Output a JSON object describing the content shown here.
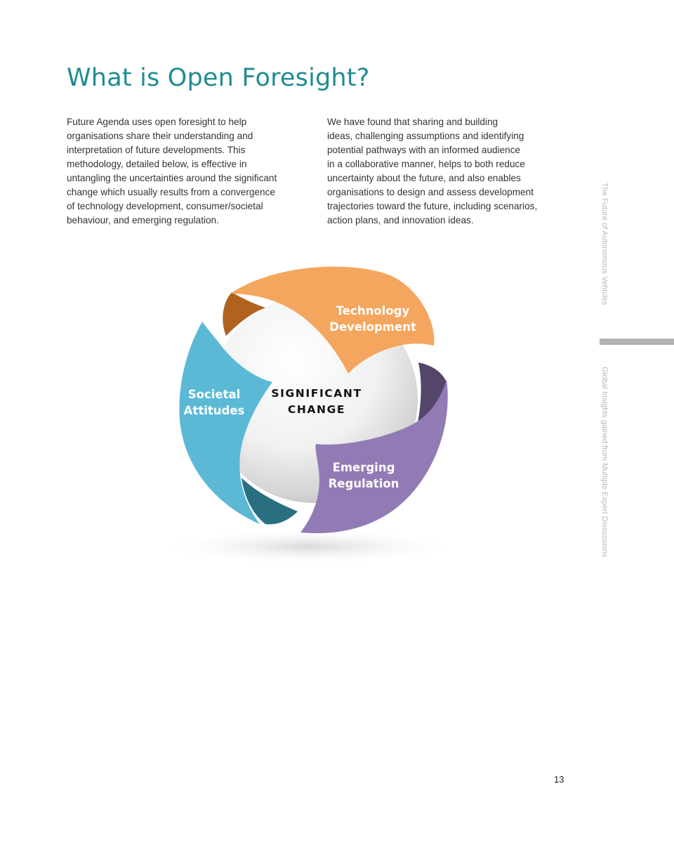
{
  "page": {
    "title": "What is Open Foresight?",
    "page_number": "13"
  },
  "intro": {
    "left_lines": [
      "Future Agenda uses open foresight to help",
      "organisations share their understanding and",
      "interpretation of future developments. This",
      "methodology, detailed below, is effective in",
      "untangling the uncertainties around the significant",
      "change which usually results from a convergence",
      "of technology development, consumer/societal",
      "behaviour, and emerging regulation."
    ],
    "right_lines": [
      "We have found that sharing and building",
      "ideas, challenging assumptions and identifying",
      "potential pathways with an informed audience",
      "in a collaborative manner, helps to both reduce",
      "uncertainty about the future, and also enables",
      "organisations to design and assess development",
      "trajectories toward the future, including scenarios,",
      "action plans, and innovation ideas."
    ]
  },
  "diagram": {
    "center": {
      "line1": "SIGNIFICANT",
      "line2": "CHANGE"
    },
    "petals": {
      "technology": {
        "line1": "Technology",
        "line2": "Development",
        "color": "#f4a65e",
        "shadow": "#b0621e"
      },
      "societal": {
        "line1": "Societal",
        "line2": "Attitudes",
        "color": "#5cb9d6",
        "shadow": "#2a6f80"
      },
      "regulation": {
        "line1": "Emerging",
        "line2": "Regulation",
        "color": "#927bb4",
        "shadow": "#54456b"
      }
    }
  },
  "sidebar": {
    "top_label": "The Future of Autonomous Vehicles",
    "bottom_label": "Global Insights gained from Multiple Expert Discussions"
  }
}
